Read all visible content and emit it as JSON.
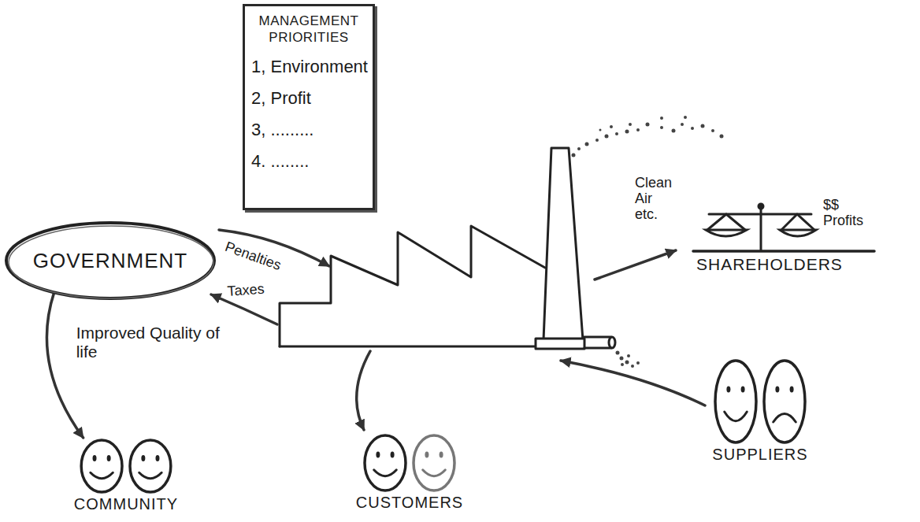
{
  "diagram": {
    "nodes": [
      {
        "text": [
          "MANAGEMENT PRIORITIES",
          "1, Environment",
          "2, Profit",
          "3, .........",
          "4. ........"
        ]
      },
      {
        "text": [
          "GOVERNMENT"
        ]
      },
      {
        "text": [
          "COMMUNITY"
        ]
      },
      {
        "text": [
          "CUSTOMERS"
        ]
      },
      {
        "text": [
          "SUPPLIERS"
        ]
      }
    ],
    "edges": [
      {
        "from": 1,
        "to": 2,
        "arrow": "to",
        "label": "Improved Quality of life"
      }
    ],
    "labels": [
      "Penalties",
      "Taxes",
      "Clean Air etc.",
      "$$ Profits",
      "SHAREHOLDERS"
    ]
  }
}
